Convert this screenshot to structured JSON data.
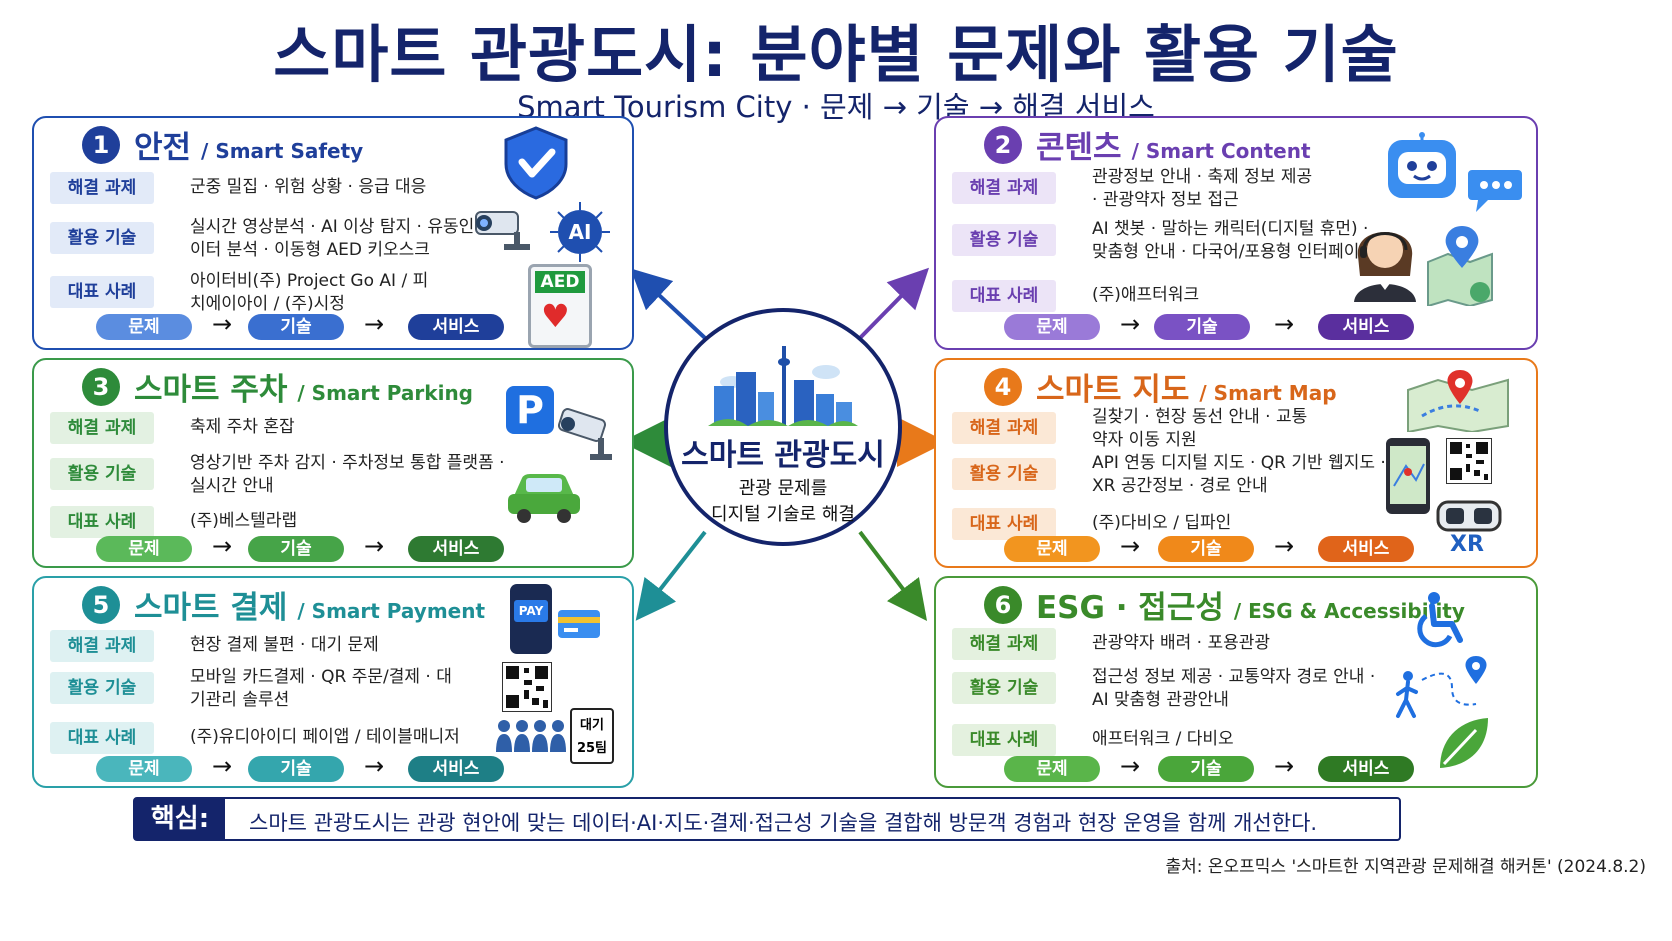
{
  "header": {
    "title": "스마트 관광도시: 분야별 문제와 활용 기술",
    "subtitle": "Smart Tourism City · 문제 → 기술 → 해결 서비스"
  },
  "center": {
    "title": "스마트 관광도시",
    "line1": "관광 문제를",
    "line2": "디지털 기술로 해결"
  },
  "row_labels": {
    "task": "해결 과제",
    "tech": "활용 기술",
    "case": "대표 사례"
  },
  "flow": {
    "problem": "문제",
    "tech": "기술",
    "service": "서비스",
    "arrow": "→"
  },
  "cards": [
    {
      "num": "1",
      "title": "안전",
      "subtitle": "/ Smart Safety",
      "color": "#1f3f9a",
      "task": "군중 밀집 · 위험 상황 · 응급 대응",
      "tech": "실시간 영상분석 · AI 이상 탐지 · 유동인구 데이터 분석 · 이동형 AED 키오스크",
      "case": "아이터비(주) Project Go AI / 피치에이아이 / (주)시정"
    },
    {
      "num": "2",
      "title": "콘텐츠",
      "subtitle": "/ Smart Content",
      "color": "#6a3fb0",
      "task": "관광정보 안내 · 축제 정보 제공 · 관광약자 정보 접근",
      "tech": "AI 챗봇 · 말하는 캐릭터(디지털 휴먼) · 맞춤형 안내 · 다국어/포용형 인터페이스",
      "case": "(주)애프터워크"
    },
    {
      "num": "3",
      "title": "스마트 주차",
      "subtitle": "/ Smart Parking",
      "color": "#2e8b3a",
      "task": "축제 주차 혼잡",
      "tech": "영상기반 주차 감지 · 주차정보 통합 플랫폼 · 실시간 안내",
      "case": "(주)베스텔라랩"
    },
    {
      "num": "4",
      "title": "스마트 지도",
      "subtitle": "/ Smart Map",
      "color": "#e8791a",
      "task": "길찾기 · 현장 동선 안내 · 교통약자 이동 지원",
      "tech": "API 연동 디지털 지도 · QR 기반 웹지도 · XR 공간정보 · 경로 안내",
      "case": "(주)다비오 / 딥파인"
    },
    {
      "num": "5",
      "title": "스마트 결제",
      "subtitle": "/ Smart Payment",
      "color": "#1e8f96",
      "task": "현장 결제 불편 · 대기 문제",
      "tech": "모바일 카드결제 · QR 주문/결제 · 대기관리 솔루션",
      "case": "(주)유디아이디 페이앱 / 테이블매니저"
    },
    {
      "num": "6",
      "title": "ESG · 접근성",
      "subtitle": "/ ESG & Accessibility",
      "color": "#3a8a2a",
      "task": "관광약자 배려 · 포용관광",
      "tech": "접근성 정보 제공 · 교통약자 경로 안내 · AI 맞춤형 관광안내",
      "case": "애프터워크 / 다비오"
    }
  ],
  "icon_text": {
    "ai": "AI",
    "aed": "AED",
    "parking": "P",
    "pay": "PAY",
    "xr": "XR",
    "queue_1": "대기",
    "queue_2": "25팀"
  },
  "core": {
    "label": "핵심:",
    "text": "스마트 관광도시는 관광 현안에 맞는 데이터·AI·지도·결제·접근성 기술을 결합해 방문객 경험과 현장 운영을 함께 개선한다."
  },
  "source": "출처: 온오프믹스 '스마트한 지역관광 문제해결 해커톤' (2024.8.2)",
  "colors": {
    "navy": "#14246b",
    "safety": "#1f3f9a",
    "content": "#6a3fb0",
    "parking": "#2e8b3a",
    "map": "#e8791a",
    "payment": "#1e8f96",
    "esg": "#3a8a2a"
  },
  "icons": [
    "shield-check-icon",
    "cctv-camera-icon",
    "ai-brain-icon",
    "aed-icon",
    "chatbot-icon",
    "chat-bubble-icon",
    "operator-avatar-icon",
    "map-pin-icon",
    "parking-sign-icon",
    "car-icon",
    "folded-map-icon",
    "smartphone-map-icon",
    "qr-code-icon",
    "vr-goggles-icon",
    "mobile-pay-icon",
    "card-icon",
    "people-queue-icon",
    "wheelchair-icon",
    "walking-person-icon",
    "leaf-icon",
    "city-skyline-icon"
  ]
}
